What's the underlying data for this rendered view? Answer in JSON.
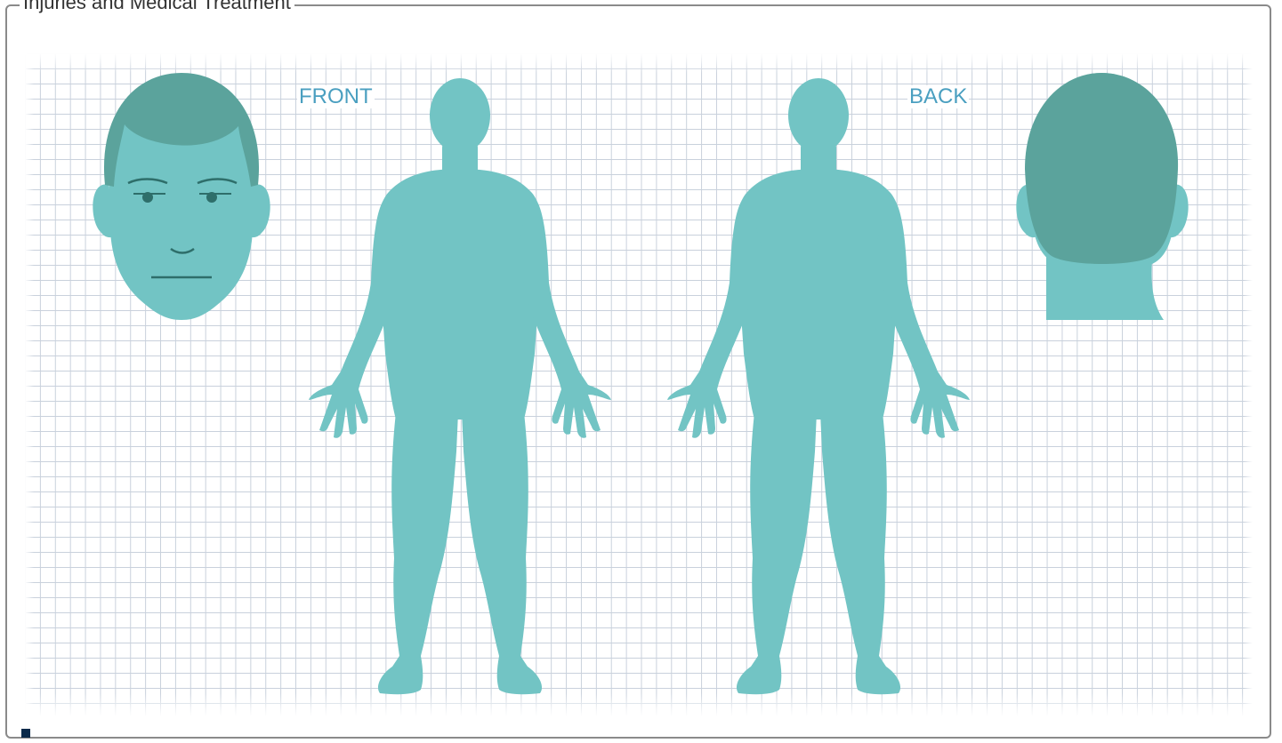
{
  "panel": {
    "legend": "Injuries and Medical Treatment"
  },
  "diagram": {
    "front_label": "FRONT",
    "back_label": "BACK"
  },
  "colors": {
    "body_fill": "#72c4c4",
    "hair_fill": "#5ba39c",
    "feature_stroke": "#2e6e6a",
    "label_color": "#4a9fc0",
    "grid_line": "#c9d1dc"
  },
  "icons": {
    "status": "square-icon"
  }
}
